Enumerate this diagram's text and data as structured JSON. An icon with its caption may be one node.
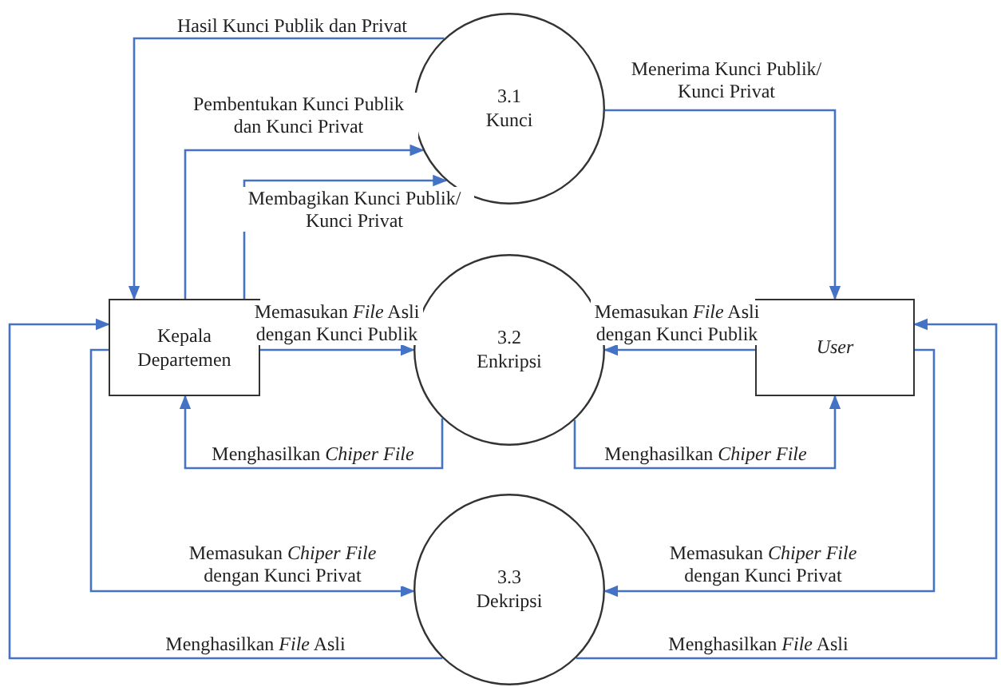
{
  "diagram": {
    "nodes": [
      {
        "text": [
          "Kepala Departemen"
        ]
      },
      {
        "text": [
          "3.1",
          "Kunci"
        ]
      },
      {
        "text": [
          "3.2",
          "Enkripsi"
        ]
      },
      {
        "text": [
          "3.3",
          "Dekripsi"
        ]
      },
      {
        "text": [
          "User"
        ]
      }
    ],
    "edges": [
      {
        "from": 1,
        "to": 0,
        "arrow": "to",
        "label": "Hasil Kunci Publik dan Privat"
      },
      {
        "from": 0,
        "to": 1,
        "arrow": "to",
        "label": "Pembentukan Kunci Publik dan Kunci Privat"
      },
      {
        "from": 0,
        "to": 1,
        "arrow": "to",
        "label": "Membagikan Kunci Publik/ Kunci Privat"
      },
      {
        "from": 1,
        "to": 4,
        "arrow": "to",
        "label": "Menerima Kunci Publik/ Kunci Privat"
      },
      {
        "from": 0,
        "to": 2,
        "arrow": "to",
        "label": "Memasukan *File* Asli dengan Kunci Publik"
      },
      {
        "from": 2,
        "to": 0,
        "arrow": "to",
        "label": "Menghasilkan *Chiper File*"
      },
      {
        "from": 4,
        "to": 2,
        "arrow": "to",
        "label": "Memasukan *File* Asli dengan Kunci Publik"
      },
      {
        "from": 2,
        "to": 4,
        "arrow": "to",
        "label": "Menghasilkan *Chiper File*"
      },
      {
        "from": 0,
        "to": 3,
        "arrow": "to",
        "label": "Memasukan *Chiper File* dengan Kunci Privat"
      },
      {
        "from": 3,
        "to": 0,
        "arrow": "to",
        "label": "Menghasilkan *File* Asli"
      },
      {
        "from": 4,
        "to": 3,
        "arrow": "to",
        "label": "Memasukan *Chiper File* dengan Kunci Privat"
      },
      {
        "from": 3,
        "to": 4,
        "arrow": "to",
        "label": "Menghasilkan *File* Asli"
      }
    ]
  }
}
